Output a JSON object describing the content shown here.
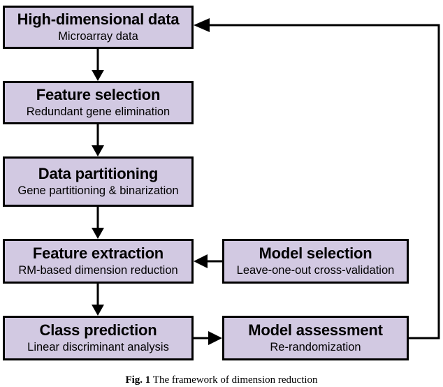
{
  "figure": {
    "caption_label": "Fig. 1",
    "caption_text": "The framework of dimension reduction",
    "box_fill_color": "#d2c9e2",
    "box_border_color": "#000000",
    "background_color": "#ffffff"
  },
  "nodes": {
    "high_dimensional_data": {
      "title": "High-dimensional data",
      "subtitle": "Microarray data"
    },
    "feature_selection": {
      "title": "Feature selection",
      "subtitle": "Redundant gene elimination"
    },
    "data_partitioning": {
      "title": "Data partitioning",
      "subtitle": "Gene partitioning & binarization"
    },
    "feature_extraction": {
      "title": "Feature extraction",
      "subtitle": "RM-based dimension reduction"
    },
    "class_prediction": {
      "title": "Class prediction",
      "subtitle": "Linear discriminant analysis"
    },
    "model_selection": {
      "title": "Model selection",
      "subtitle": "Leave-one-out cross-validation"
    },
    "model_assessment": {
      "title": "Model assessment",
      "subtitle": "Re-randomization"
    }
  },
  "edges": [
    {
      "name": "edge-high-dimensional-data-to-feature-selection",
      "from": "high_dimensional_data",
      "to": "feature_selection",
      "kind": "vertical-arrow"
    },
    {
      "name": "edge-feature-selection-to-data-partitioning",
      "from": "feature_selection",
      "to": "data_partitioning",
      "kind": "vertical-arrow"
    },
    {
      "name": "edge-data-partitioning-to-feature-extraction",
      "from": "data_partitioning",
      "to": "feature_extraction",
      "kind": "vertical-arrow"
    },
    {
      "name": "edge-feature-extraction-to-class-prediction",
      "from": "feature_extraction",
      "to": "class_prediction",
      "kind": "vertical-arrow"
    },
    {
      "name": "edge-model-selection-to-feature-extraction",
      "from": "model_selection",
      "to": "feature_extraction",
      "kind": "horizontal-arrow-left"
    },
    {
      "name": "edge-class-prediction-to-model-assessment",
      "from": "class_prediction",
      "to": "model_assessment",
      "kind": "horizontal-arrow-right"
    },
    {
      "name": "edge-model-assessment-to-high-dimensional-data",
      "from": "model_assessment",
      "to": "high_dimensional_data",
      "kind": "feedback-loop"
    }
  ]
}
